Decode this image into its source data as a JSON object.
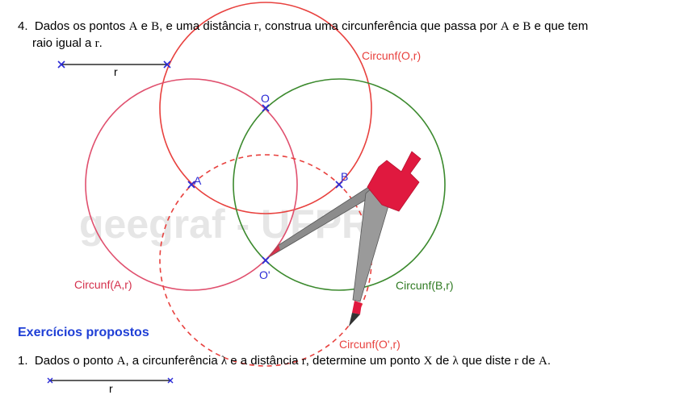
{
  "problem4": {
    "number": "4.",
    "line1_a": "Dados os pontos ",
    "pointA": "A",
    "e1": " e ",
    "pointB": "B",
    "line1_b": ", e uma distância ",
    "r1": "r",
    "line1_c": ", construa uma circunferência que passa por ",
    "pointA2": "A",
    "e2": " e ",
    "pointB2": "B",
    "line1_d": " e que tem",
    "line2_a": "raio igual a ",
    "r2": "r",
    "line2_b": "."
  },
  "segment_top": {
    "label": "r"
  },
  "points": {
    "O": "O",
    "A": "A",
    "B": "B",
    "Oprime": "O'"
  },
  "circles": {
    "circO": "Circunf(O,r)",
    "circA": "Circunf(A,r)",
    "circB": "Circunf(B,r)",
    "circOprime": "Circunf(O',r)"
  },
  "colors": {
    "circO": "#e8413e",
    "circA": "#e0506e",
    "circB": "#3c8a2e",
    "circOprime": "#e8413e",
    "points": "#2b2bd6",
    "compass_handle": "#e0193f",
    "compass_leg": "#8c8c8c",
    "title_blue": "#1f3fd6"
  },
  "watermark": "geegraf - UFPR",
  "exercises": {
    "title": "Exercícios propostos",
    "item1_number": "1.",
    "item1_a": "Dados o ponto ",
    "item1_A": "A",
    "item1_b": ", a circunferência ",
    "item1_lambda": "λ",
    "item1_c": " e a distância ",
    "item1_r": "r",
    "item1_d": ", determine um ponto ",
    "item1_X": "X",
    "item1_e": " de ",
    "item1_lambda2": "λ",
    "item1_f": " que diste ",
    "item1_r2": "r",
    "item1_g": " de ",
    "item1_A2": "A",
    "item1_h": "."
  },
  "segment_bottom": {
    "label": "r"
  }
}
